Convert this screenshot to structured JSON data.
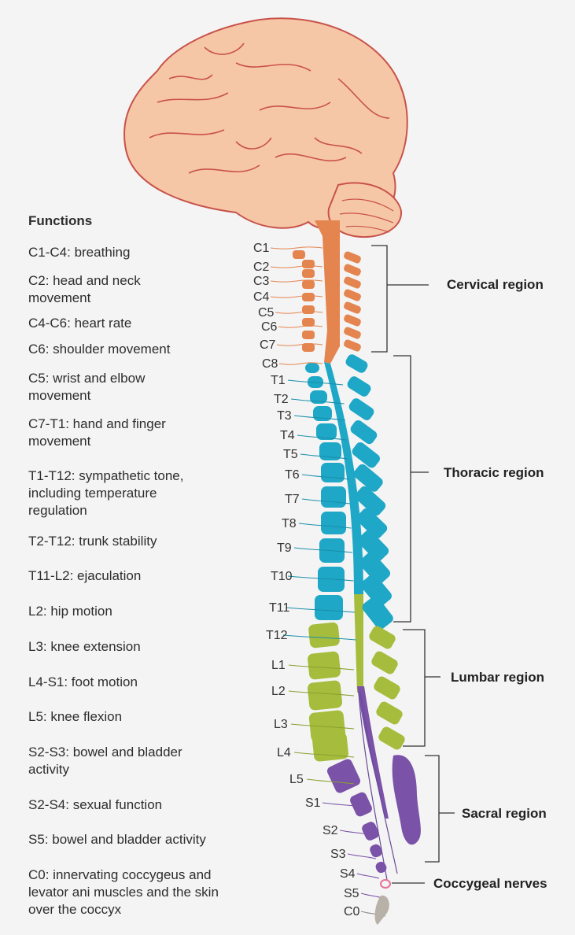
{
  "functions_title": "Functions",
  "functions": [
    "C1-C4: breathing",
    "C2: head and neck\nmovement",
    "C4-C6: heart rate",
    "C6: shoulder movement",
    "C5: wrist and elbow\nmovement",
    "C7-T1: hand and finger\nmovement",
    "T1-T12: sympathetic tone,\nincluding temperature\nregulation",
    "T2-T12: trunk stability",
    "T11-L2: ejaculation",
    "L2: hip motion",
    "L3: knee extension",
    "L4-S1: foot motion",
    "L5: knee flexion",
    "S2-S3: bowel and bladder\nactivity",
    "S2-S4: sexual function",
    "S5: bowel and bladder activity",
    "C0: innervating coccygeus and\nlevator ani muscles and the skin\nover the coccyx"
  ],
  "segments": [
    "C1",
    "C2",
    "C3",
    "C4",
    "C5",
    "C6",
    "C7",
    "C8",
    "T1",
    "T2",
    "T3",
    "T4",
    "T5",
    "T6",
    "T7",
    "T8",
    "T9",
    "T10",
    "T11",
    "T12",
    "L1",
    "L2",
    "L3",
    "L4",
    "L5",
    "S1",
    "S2",
    "S3",
    "S4",
    "S5",
    "C0"
  ],
  "regions": {
    "cervical": "Cervical region",
    "thoracic": "Thoracic region",
    "lumbar": "Lumbar region",
    "sacral": "Sacral region",
    "coccygeal": "Coccygeal nerves"
  },
  "colors": {
    "brain": "#f6c7a6",
    "brain_outline": "#c9524a",
    "cervical": "#e4844f",
    "thoracic": "#1ea7c6",
    "lumbar": "#a6bc3c",
    "sacral": "#7a52a8",
    "coccygeal": "#e5709c",
    "coccyx": "#b8b1a8",
    "bracket": "#333333"
  }
}
